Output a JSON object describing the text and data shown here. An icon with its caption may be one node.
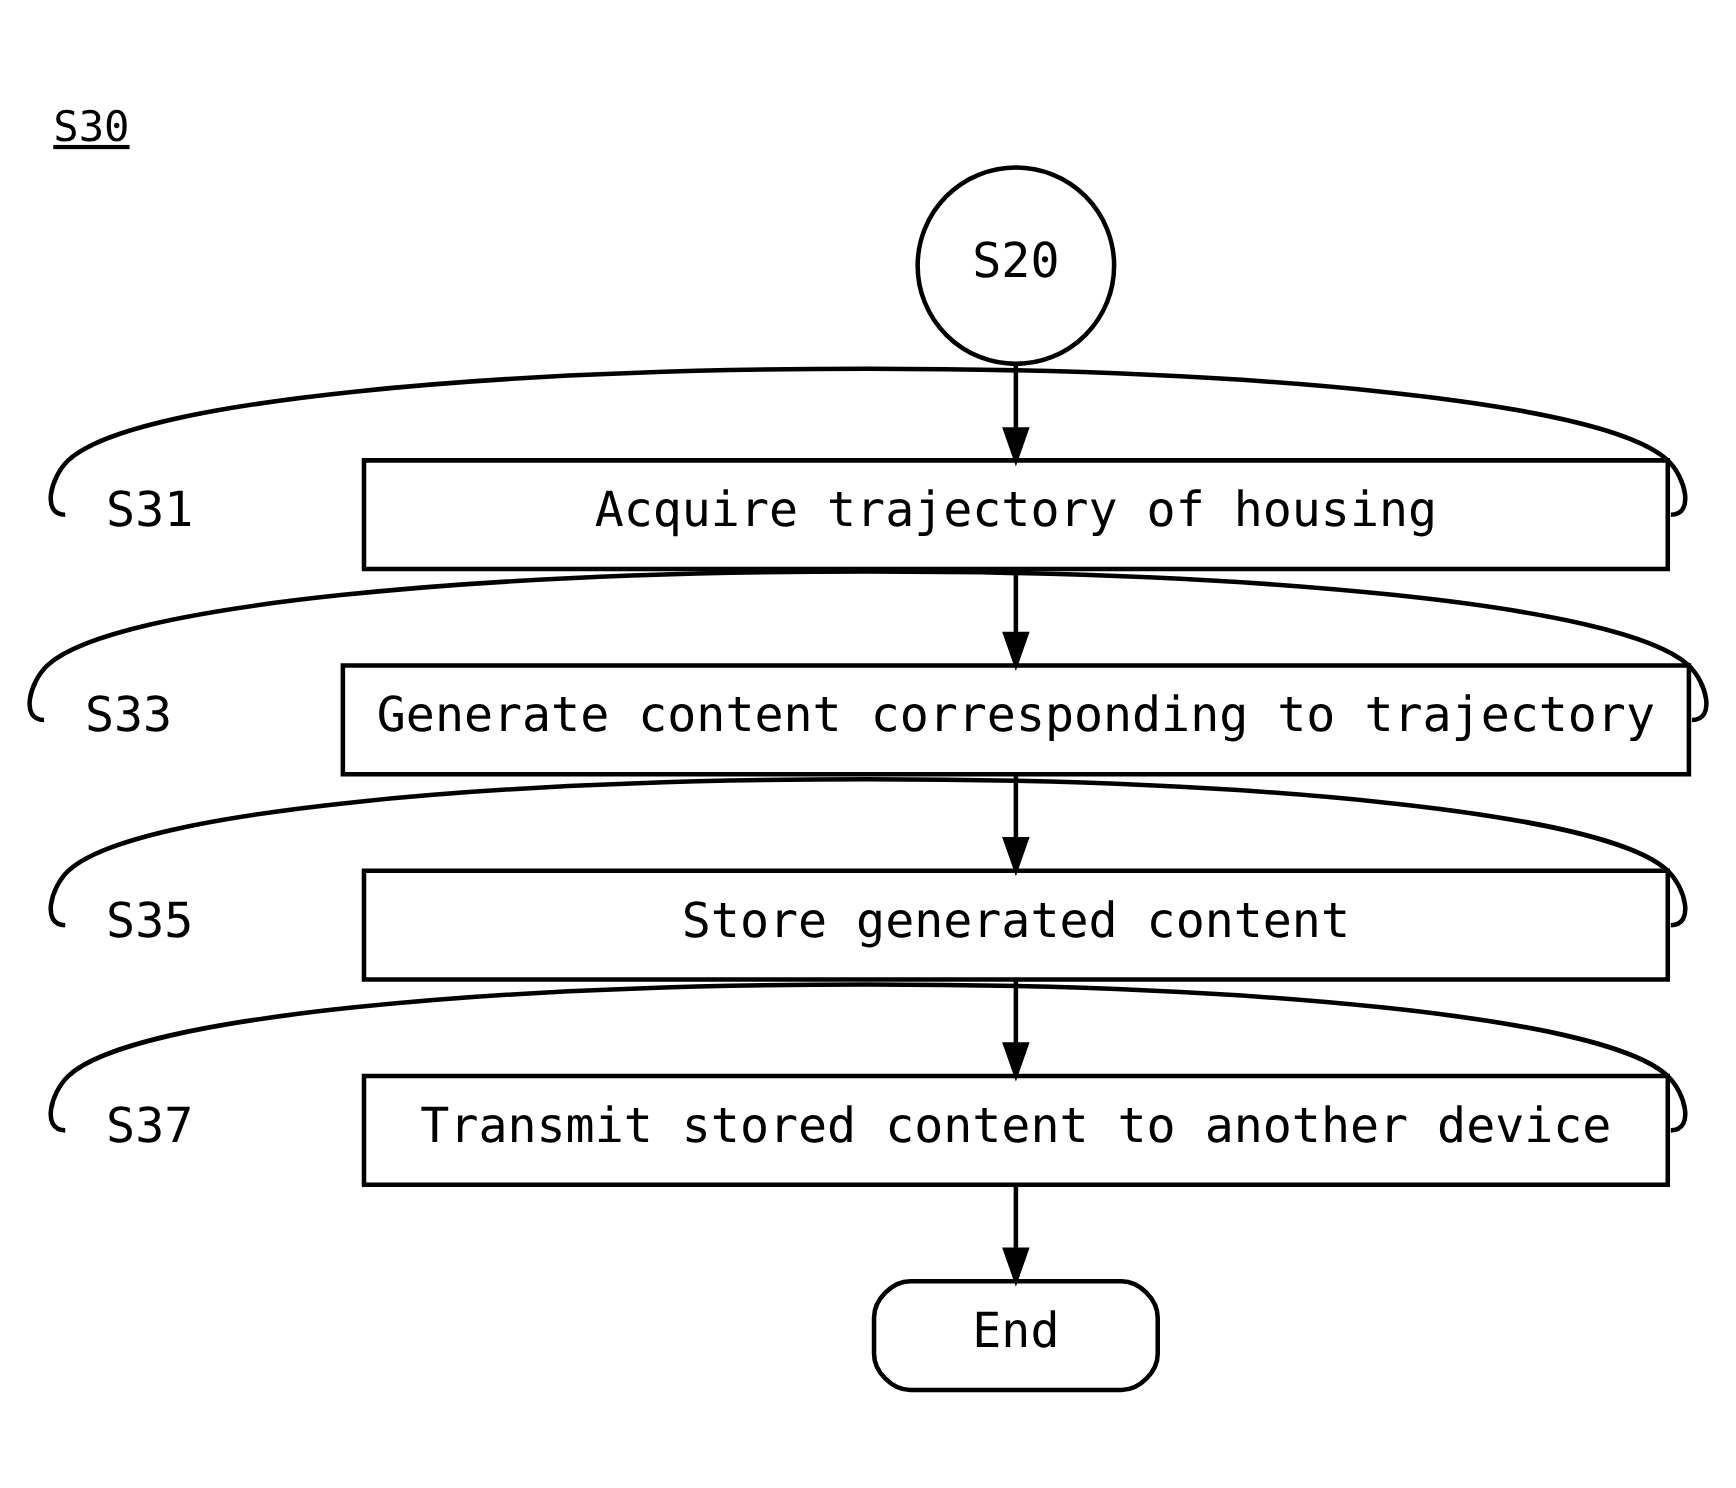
{
  "diagram": {
    "title": "S30",
    "nodes": [
      {
        "text": [
          "S20"
        ]
      },
      {
        "text": [
          "Acquire trajectory of housing"
        ]
      },
      {
        "text": [
          "Generate content corresponding to trajectory"
        ]
      },
      {
        "text": [
          "Store generated content"
        ]
      },
      {
        "text": [
          "Transmit stored content to another device"
        ]
      },
      {
        "text": [
          "End"
        ]
      },
      {
        "text": [
          "S31"
        ]
      },
      {
        "text": [
          "S33"
        ]
      },
      {
        "text": [
          "S35"
        ]
      },
      {
        "text": [
          "S37"
        ]
      }
    ],
    "edges": [
      {
        "from": 0,
        "to": 1,
        "arrow": "to"
      },
      {
        "from": 1,
        "to": 2,
        "arrow": "to"
      },
      {
        "from": 2,
        "to": 3,
        "arrow": "to"
      },
      {
        "from": 3,
        "to": 4,
        "arrow": "to"
      },
      {
        "from": 4,
        "to": 5,
        "arrow": "to"
      },
      {
        "from": 6,
        "to": 1,
        "arrow": "none"
      },
      {
        "from": 7,
        "to": 2,
        "arrow": "none"
      },
      {
        "from": 8,
        "to": 3,
        "arrow": "none"
      },
      {
        "from": 9,
        "to": 4,
        "arrow": "none"
      }
    ]
  }
}
